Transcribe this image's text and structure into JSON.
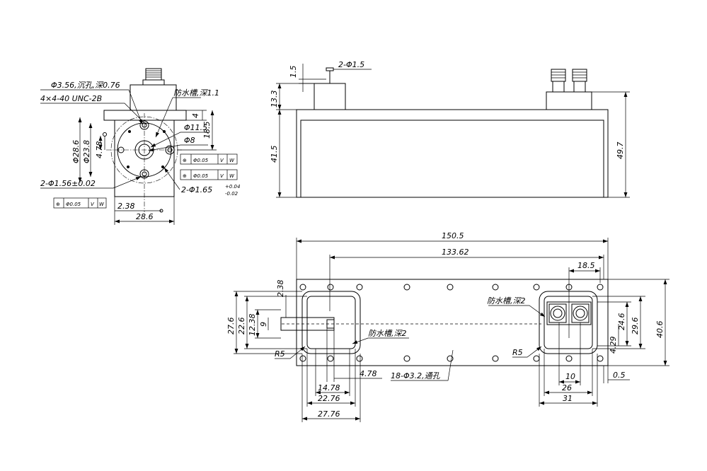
{
  "front_view": {
    "hole_note": "Φ3.56,沉孔,深0.76",
    "thread_note": "4×4-40 UNC-2B",
    "groove_note": "防水槽,深1.1",
    "dim_4": "4",
    "dim_18_5": "18.5",
    "dim_11_5": "Φ11.5",
    "dim_8": "Φ8",
    "dim_28_6_dia": "Φ28.6",
    "dim_23_8_dia": "Φ23.8",
    "dim_4_78": "4.78",
    "pin_hole_note": "2-Φ1.56±0.02",
    "pin_hole2_note": "2-Φ1.65",
    "pin_hole2_tol_upper": "+0.04",
    "pin_hole2_tol_lower": "-0.02",
    "dim_2_38": "2.38",
    "dim_28_6": "28.6",
    "fcf_1": [
      "⊕",
      "Φ0.05",
      "V",
      "W"
    ],
    "fcf_2": [
      "⊕",
      "Φ0.05",
      "V",
      "W"
    ],
    "fcf_3": [
      "⊕",
      "Φ0.05",
      "V",
      "W"
    ]
  },
  "side_view": {
    "dim_1_5": "1.5",
    "pin_note": "2-Φ1.5",
    "dim_13_3": "13.3",
    "dim_41_5": "41.5",
    "dim_49_7": "49.7"
  },
  "top_view": {
    "dim_150_5": "150.5",
    "dim_133_62": "133.62",
    "dim_18_5": "18.5",
    "dim_2_38": "2.38",
    "groove_note_right": "防水槽,深2",
    "groove_note_left": "防水槽,深2",
    "dim_27_6": "27.6",
    "dim_22_6": "22.6",
    "dim_12_38": "12.38",
    "dim_9": "9",
    "dim_24_6": "24.6",
    "dim_29_6": "29.6",
    "dim_40_6": "40.6",
    "dim_4_29": "4.29",
    "r5_left": "R5",
    "r5_right": "R5",
    "dim_4_78": "4.78",
    "through_hole_note": "18-Φ3.2,通孔",
    "dim_14_78": "14.78",
    "dim_22_76": "22.76",
    "dim_27_76": "27.76",
    "dim_10": "10",
    "dim_0_5": "0.5",
    "dim_26": "26",
    "dim_31": "31"
  }
}
